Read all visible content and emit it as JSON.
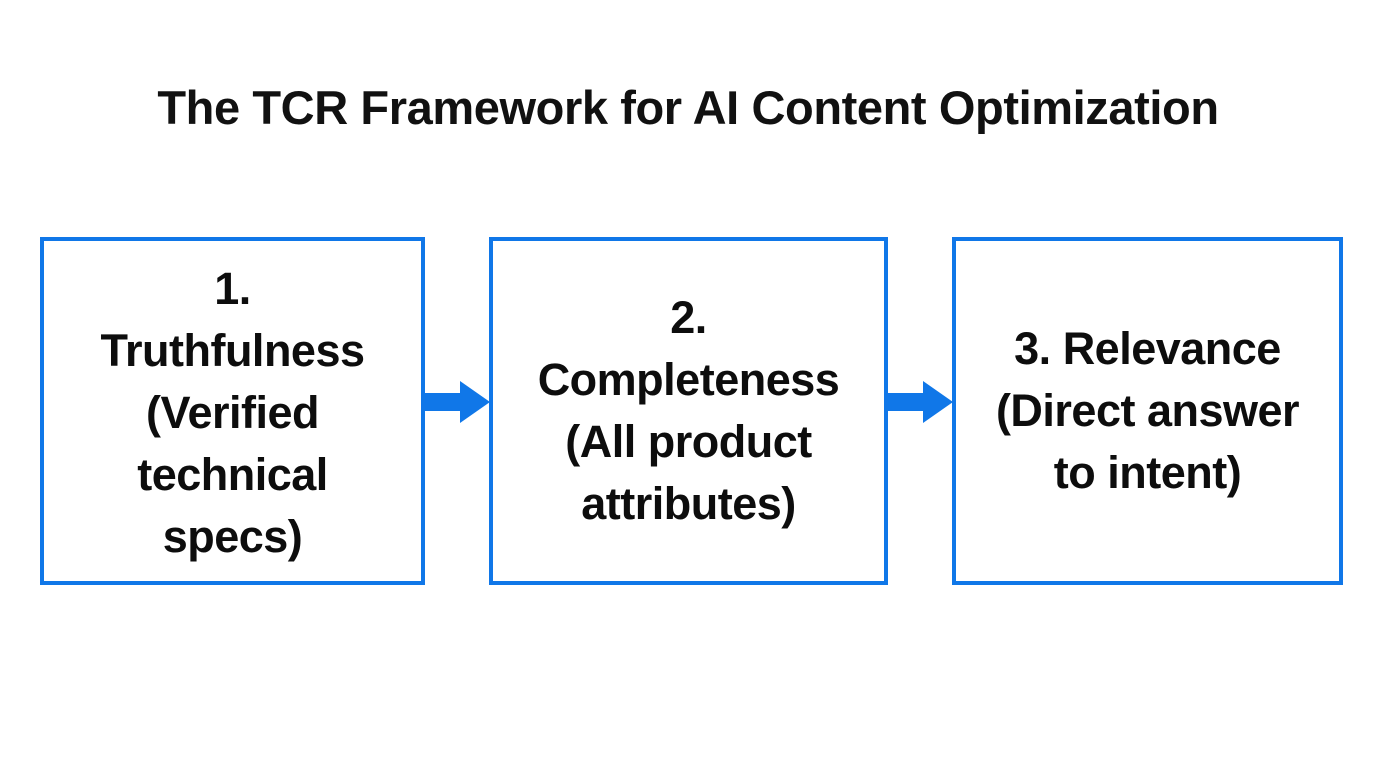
{
  "page": {
    "background_color": "#ffffff",
    "accent_color": "#1077E8",
    "text_color": "#0d0d0d"
  },
  "diagram": {
    "title": "The TCR Framework for AI Content Optimization",
    "type": "process-flow",
    "direction": "left-to-right",
    "steps": [
      {
        "number": "1.",
        "name": "Truthfulness",
        "detail": "(Verified technical specs)",
        "label": "1.\nTruthfulness\n(Verified\ntechnical\nspecs)"
      },
      {
        "number": "2.",
        "name": "Completeness",
        "detail": "(All product attributes)",
        "label": "2.\nCompleteness\n(All product\nattributes)"
      },
      {
        "number": "3.",
        "name": "Relevance",
        "detail": "(Direct answer to intent)",
        "label": "3. Relevance\n(Direct answer\nto intent)"
      }
    ],
    "connectors": [
      {
        "from": "1",
        "to": "2",
        "icon": "arrow-right-icon"
      },
      {
        "from": "2",
        "to": "3",
        "icon": "arrow-right-icon"
      }
    ]
  }
}
